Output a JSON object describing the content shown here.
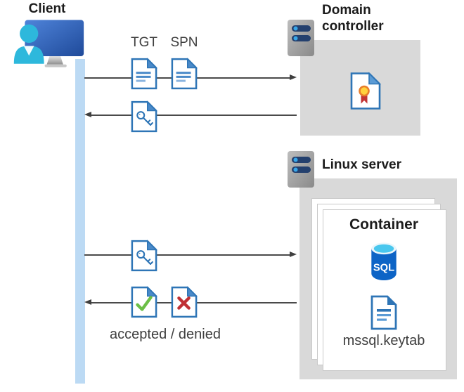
{
  "labels": {
    "client": "Client",
    "domain_controller": "Domain controller",
    "linux_server": "Linux server",
    "container": "Container",
    "tgt": "TGT",
    "spn": "SPN",
    "accepted_denied": "accepted / denied",
    "keytab": "mssql.keytab",
    "sql": "SQL"
  },
  "icons": {
    "client": "person-at-monitor",
    "domain_controller": "server-rack",
    "linux_server": "server-rack",
    "tgt": "document-lines",
    "spn": "document-lines",
    "ticket": "document-key",
    "certificate": "document-award-seal",
    "accepted": "document-green-check",
    "denied": "document-red-x",
    "database": "sql-database-cylinder",
    "keytab_file": "document-lines-filled-fold"
  },
  "flows": [
    {
      "id": "request-tgt-spn",
      "from": "client",
      "to": "domain-controller",
      "direction": "right"
    },
    {
      "id": "return-service-ticket",
      "from": "domain-controller",
      "to": "client",
      "direction": "left"
    },
    {
      "id": "present-service-ticket",
      "from": "client",
      "to": "linux-server",
      "direction": "right"
    },
    {
      "id": "return-accept-or-deny",
      "from": "linux-server",
      "to": "client",
      "direction": "left"
    }
  ],
  "colors": {
    "doc_blue": "#2e75b6",
    "doc_fold_blue": "#4a8ac9",
    "lifeline_blue": "#bcdaf4",
    "box_gray": "#d9d9d9",
    "arrow_gray": "#4a4a4a",
    "check_green": "#6cbf47",
    "cross_red": "#bf3034",
    "sql_blue": "#0d64c6",
    "sql_top_cyan": "#49c7ee",
    "seal_yellow": "#ffd23e",
    "seal_ring_orange": "#e87d2b",
    "ribbon_red": "#c23535",
    "person_cyan": "#2db8dc",
    "server_bar_navy": "#24406e"
  }
}
